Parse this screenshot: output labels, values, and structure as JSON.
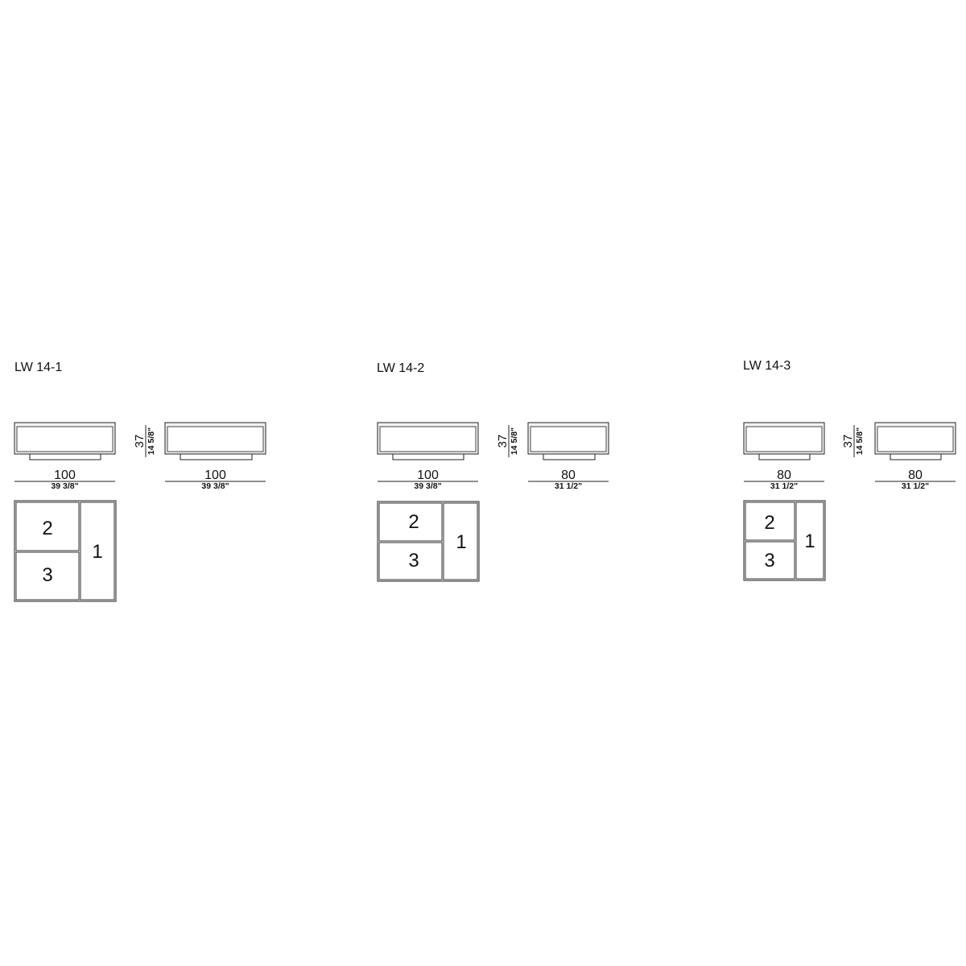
{
  "height": {
    "cm": "37",
    "in": "14 5/8\""
  },
  "items": [
    {
      "title": "LW 14-1",
      "front": {
        "cm": "100",
        "in": "39 3/8\""
      },
      "side": {
        "cm": "100",
        "in": "39 3/8\""
      },
      "plan": [
        "2",
        "3",
        "1"
      ]
    },
    {
      "title": "LW 14-2",
      "front": {
        "cm": "100",
        "in": "39 3/8\""
      },
      "side": {
        "cm": "80",
        "in": "31 1/2\""
      },
      "plan": [
        "2",
        "3",
        "1"
      ]
    },
    {
      "title": "LW 14-3",
      "front": {
        "cm": "80",
        "in": "31 1/2\""
      },
      "side": {
        "cm": "80",
        "in": "31 1/2\""
      },
      "plan": [
        "2",
        "3",
        "1"
      ]
    }
  ]
}
